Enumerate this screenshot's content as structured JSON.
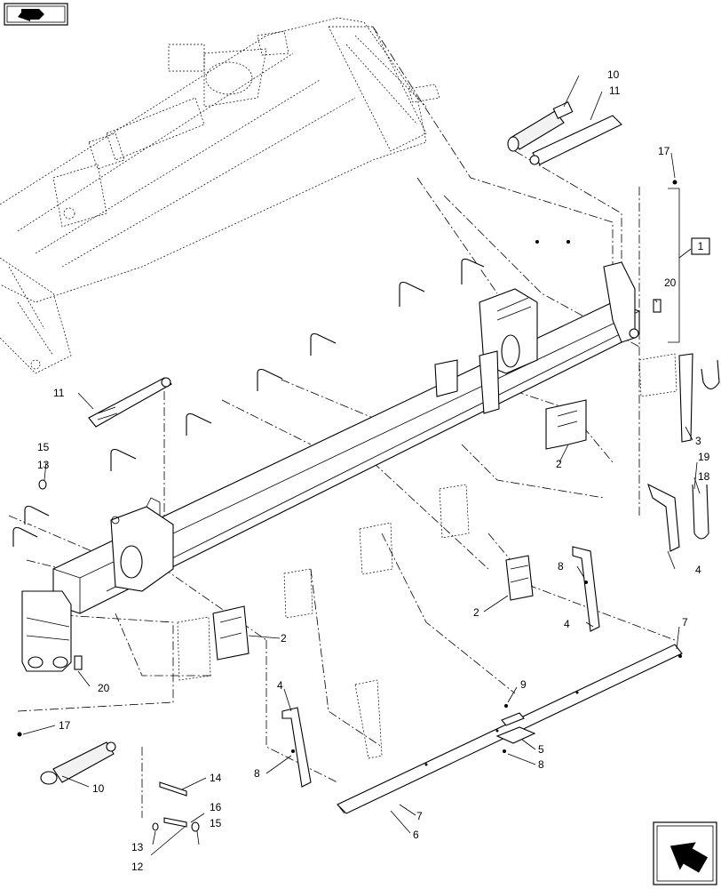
{
  "callouts": {
    "c1": "1",
    "c2a": "2",
    "c2b": "2",
    "c2c": "2",
    "c3": "3",
    "c4a": "4",
    "c4b": "4",
    "c4c": "4",
    "c5": "5",
    "c6": "6",
    "c7a": "7",
    "c7b": "7",
    "c8a": "8",
    "c8b": "8",
    "c8c": "8",
    "c9": "9",
    "c10a": "10",
    "c10b": "10",
    "c11a": "11",
    "c11b": "11",
    "c12": "12",
    "c13a": "13",
    "c13b": "13",
    "c14": "14",
    "c15a": "15",
    "c15b": "15",
    "c16": "16",
    "c17a": "17",
    "c17b": "17",
    "c18": "18",
    "c19": "19",
    "c20a": "20",
    "c20b": "20"
  },
  "icons": {
    "top_left": "reference-arrow-icon",
    "bottom_right": "next-page-arrow-icon"
  }
}
